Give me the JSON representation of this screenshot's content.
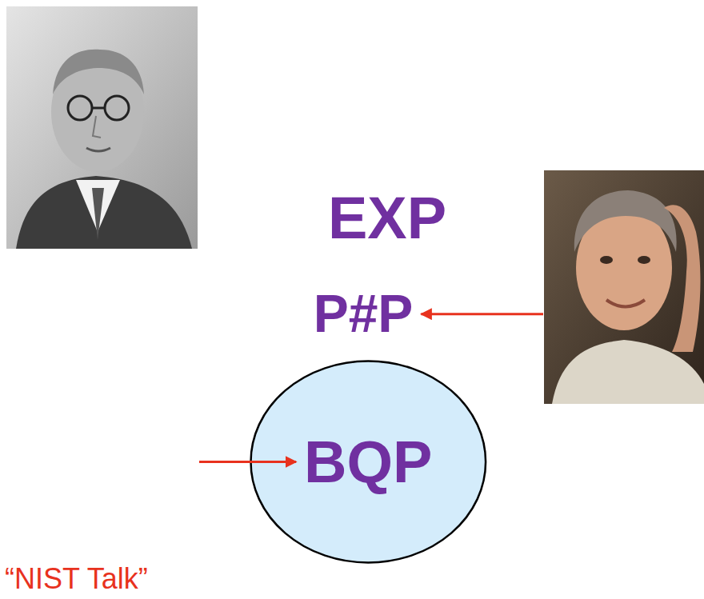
{
  "diagram": {
    "nodes": [
      {
        "text": [
          "EXP"
        ]
      },
      {
        "text": [
          "P#P"
        ],
        "in": 0
      },
      {
        "text": [
          "BQP"
        ],
        "in": 1
      }
    ],
    "labels": [
      "“NIST Talk”"
    ]
  }
}
